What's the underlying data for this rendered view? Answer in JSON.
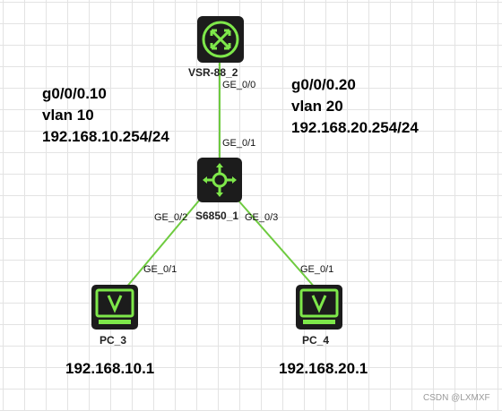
{
  "devices": {
    "router": {
      "name": "VSR-88_2",
      "icon": "router-icon"
    },
    "switch": {
      "name": "S6850_1",
      "icon": "l3-switch-icon"
    },
    "pc3": {
      "name": "PC_3",
      "icon": "pc-monitor-icon"
    },
    "pc4": {
      "name": "PC_4",
      "icon": "pc-monitor-icon"
    }
  },
  "ports": {
    "router_down": "GE_0/0",
    "switch_up": "GE_0/1",
    "switch_left": "GE_0/2",
    "switch_right": "GE_0/3",
    "pc3_port": "GE_0/1",
    "pc4_port": "GE_0/1"
  },
  "notes": {
    "left": {
      "line1": "g0/0/0.10",
      "line2": "vlan 10",
      "line3": "192.168.10.254/24"
    },
    "right": {
      "line1": "g0/0/0.20",
      "line2": "vlan 20",
      "line3": "192.168.20.254/24"
    }
  },
  "addresses": {
    "pc3": "192.168.10.1",
    "pc4": "192.168.20.1"
  },
  "watermark": "CSDN @LXMXF",
  "colors": {
    "link": "#6ecb3f",
    "device_bg": "#1c1c1c",
    "device_accent": "#7ee84a",
    "grid": "#e3e3e3"
  }
}
